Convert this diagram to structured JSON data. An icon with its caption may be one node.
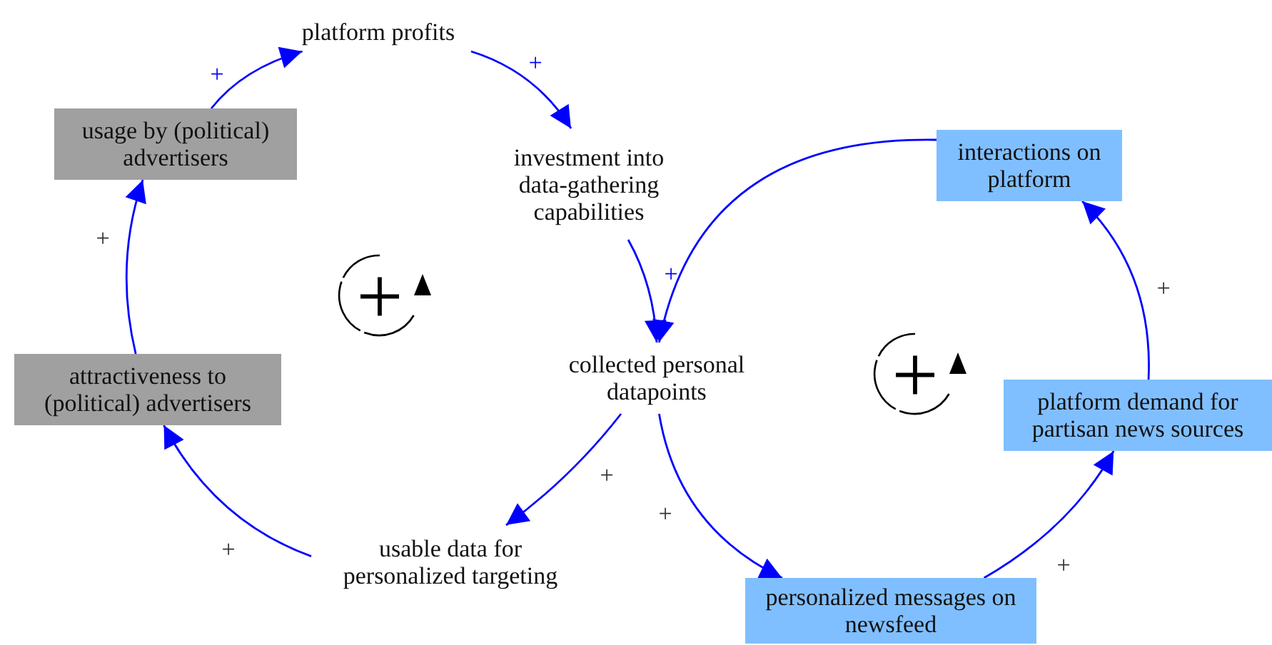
{
  "diagram": {
    "nodes": [
      {
        "text": [
          "platform profits"
        ]
      },
      {
        "text": [
          "investment into data-gathering capabilities"
        ]
      },
      {
        "text": [
          "collected personal datapoints"
        ]
      },
      {
        "text": [
          "usage by (political) advertisers"
        ]
      },
      {
        "text": [
          "attractiveness to (political) advertisers"
        ]
      },
      {
        "text": [
          "usable data for personalized targeting"
        ]
      },
      {
        "text": [
          "interactions on platform"
        ]
      },
      {
        "text": [
          "platform demand for partisan news sources"
        ]
      },
      {
        "text": [
          "personalized messages on newsfeed"
        ]
      }
    ],
    "edges": [
      {
        "from": 3,
        "to": 0,
        "arrow": "to",
        "label": "+"
      },
      {
        "from": 0,
        "to": 1,
        "arrow": "to",
        "label": "+"
      },
      {
        "from": 1,
        "to": 2,
        "arrow": "to",
        "label": "+"
      },
      {
        "from": 6,
        "to": 2,
        "arrow": "to"
      },
      {
        "from": 2,
        "to": 5,
        "arrow": "to",
        "label": "+"
      },
      {
        "from": 5,
        "to": 4,
        "arrow": "to",
        "label": "+"
      },
      {
        "from": 4,
        "to": 3,
        "arrow": "to",
        "label": "+"
      },
      {
        "from": 2,
        "to": 8,
        "arrow": "to",
        "label": "+"
      },
      {
        "from": 8,
        "to": 7,
        "arrow": "to",
        "label": "+"
      },
      {
        "from": 7,
        "to": 6,
        "arrow": "to",
        "label": "+"
      }
    ],
    "labels": [
      "+",
      "+"
    ]
  }
}
